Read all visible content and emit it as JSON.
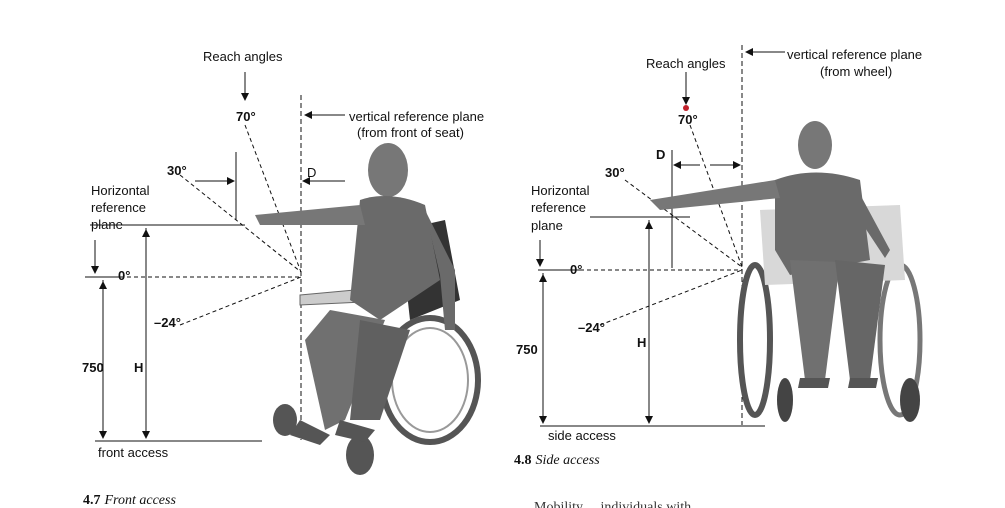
{
  "figure_front": {
    "reach_angles": "Reach angles",
    "angle_70": "70°",
    "angle_30": "30°",
    "angle_0": "0°",
    "angle_neg24": "–24°",
    "vertical_plane_line1": "vertical reference plane",
    "vertical_plane_line2": "(from front of seat)",
    "d_label": "D",
    "horizontal_line1": "Horizontal",
    "horizontal_line2": "reference",
    "horizontal_line3": "plane",
    "dim_750": "750",
    "dim_h": "H",
    "access_label": "front access",
    "caption_number": "4.7",
    "caption_text": "Front access"
  },
  "figure_side": {
    "reach_angles": "Reach angles",
    "angle_70": "70°",
    "angle_30": "30°",
    "angle_0": "0°",
    "angle_neg24": "–24°",
    "vertical_plane_line1": "vertical reference plane",
    "vertical_plane_line2": "(from wheel)",
    "d_label": "D",
    "horizontal_line1": "Horizontal",
    "horizontal_line2": "reference",
    "horizontal_line3": "plane",
    "dim_750": "750",
    "dim_h": "H",
    "access_label": "side access",
    "caption_number": "4.8",
    "caption_text": "Side access"
  },
  "body_text_fragment": "Mobility ... individuals with"
}
